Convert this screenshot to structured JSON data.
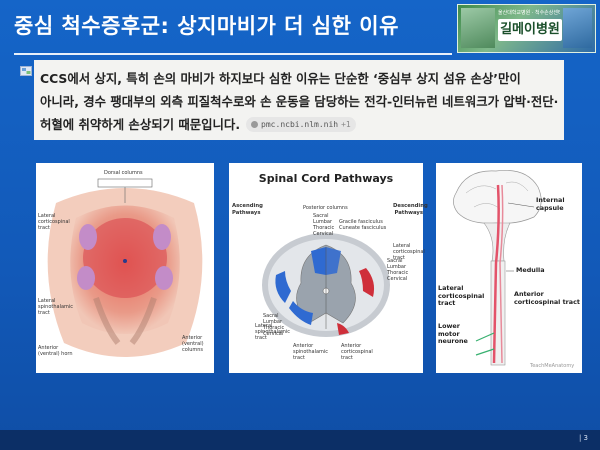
{
  "slide": {
    "title": "중심 척수증후군: 상지마비가 더 심한 이유",
    "page_number": "| 3",
    "colors": {
      "background": "#1565c8",
      "footer": "#0c2f66",
      "text_box": "#f3f3f1"
    }
  },
  "logo": {
    "small_text": "울산대학교병원 · 척수손상센터",
    "main_text": "길메이병원"
  },
  "body": {
    "text": "CCS에서 상지, 특히 손의 마비가 하지보다 심한 이유는 단순한 ‘중심부 상지 섬유 손상’만이 아니라, 경수 팽대부의 외측 피질척수로와 손 운동을 담당하는 전각-인터뉴런 네트워크가 압박·전단·허혈에 취약하게 손상되기 때문입니다.",
    "citation_source": "pmc.ncbi.nlm.nih",
    "citation_more": "+1"
  },
  "figure1": {
    "labels": {
      "dorsal_columns": "Dorsal columns",
      "lateral_cst": "Lateral corticospinal tract",
      "lateral_stt": "Lateral spinothalamic tract",
      "anterior_horn": "Anterior (ventral) horn",
      "anterior_columns": "Anterior (ventral) columns"
    }
  },
  "figure2": {
    "title": "Spinal Cord Pathways",
    "ascending": "Ascending Pathways",
    "descending": "Descending Pathways",
    "labels": {
      "posterior_columns": "Posterior columns",
      "sacral_top": "Sacral",
      "lumbar_top": "Lumbar",
      "thoracic_top": "Thoracic",
      "cervical_top": "Cervical",
      "gracile": "Gracile fasciculus",
      "cuneate": "Cuneate fasciculus",
      "lateral_cst": "Lateral corticospinal tract",
      "sacral_r": "Sacral",
      "lumbar_r": "Lumbar",
      "thoracic_r": "Thoracic",
      "cervical_r": "Cervical",
      "sacral_l": "Sacral",
      "lumbar_l": "Lumbar",
      "thoracic_l": "Thoracic",
      "cervical_l": "Cervical",
      "lateral_stt": "Lateral spinothalamic tract",
      "anterior_stt": "Anterior spinothalamic tract",
      "anterior_cst": "Anterior corticospinal tract"
    }
  },
  "figure3": {
    "labels": {
      "internal_capsule": "Internal capsule",
      "medulla": "Medulla",
      "lateral_cst": "Lateral corticospinal tract",
      "anterior_cst": "Anterior corticospinal tract",
      "lower_motor": "Lower motor neurone"
    },
    "watermark": "TeachMeAnatomy"
  }
}
